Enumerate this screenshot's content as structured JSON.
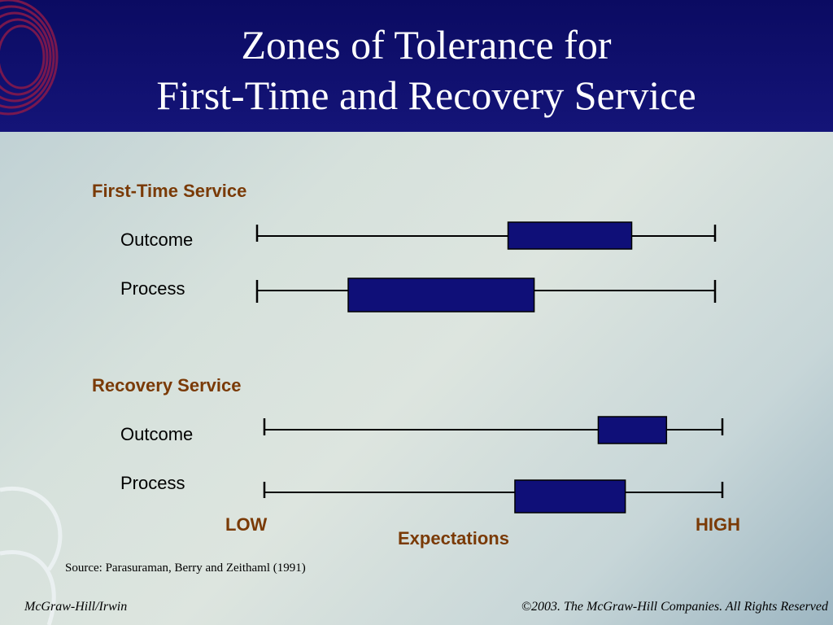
{
  "header": {
    "title_line1": "Zones of Tolerance for",
    "title_line2": "First-Time and Recovery Service"
  },
  "sections": [
    {
      "label": "First-Time Service"
    },
    {
      "label": "Recovery Service"
    }
  ],
  "rows": [
    {
      "label": "Outcome"
    },
    {
      "label": "Process"
    },
    {
      "label": "Outcome"
    },
    {
      "label": "Process"
    }
  ],
  "axis": {
    "low": "LOW",
    "high": "HIGH",
    "caption": "Expectations"
  },
  "chart_data": {
    "type": "range",
    "scale": [
      0,
      1
    ],
    "zones": [
      {
        "group": "First-Time Service",
        "row": "Outcome",
        "start": 0.548,
        "end": 0.818
      },
      {
        "group": "First-Time Service",
        "row": "Process",
        "start": 0.199,
        "end": 0.605
      },
      {
        "group": "Recovery Service",
        "row": "Outcome",
        "start": 0.729,
        "end": 0.878
      },
      {
        "group": "Recovery Service",
        "row": "Process",
        "start": 0.547,
        "end": 0.788
      }
    ]
  },
  "source": "Source:  Parasuraman, Berry and Zeithaml (1991)",
  "footer": {
    "left": "McGraw-Hill/Irwin",
    "right": "©2003. The McGraw-Hill Companies. All Rights Reserved"
  },
  "colors": {
    "header": "#0b0b62",
    "zone_fill": "#0f0f78",
    "section_text": "#7a3a06"
  }
}
